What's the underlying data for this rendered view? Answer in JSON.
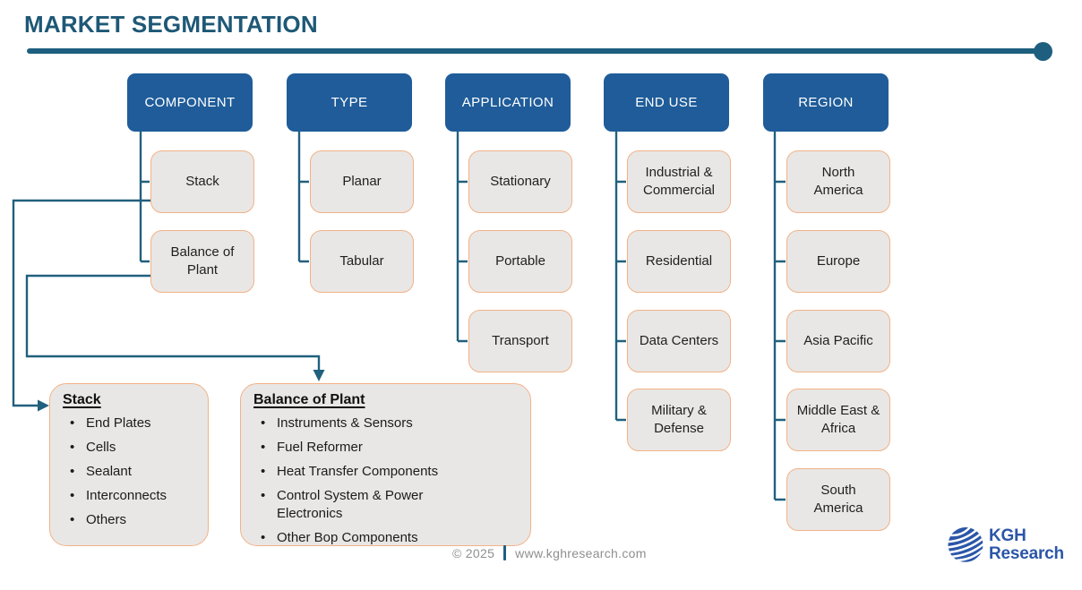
{
  "title": "MARKET SEGMENTATION",
  "segmentation": {
    "columns": [
      {
        "label": "COMPONENT",
        "items": [
          "Stack",
          "Balance of Plant"
        ]
      },
      {
        "label": "TYPE",
        "items": [
          "Planar",
          "Tabular"
        ]
      },
      {
        "label": "APPLICATION",
        "items": [
          "Stationary",
          "Portable",
          "Transport"
        ]
      },
      {
        "label": "END USE",
        "items": [
          "Industrial & Commercial",
          "Residential",
          "Data Centers",
          "Military & Defense"
        ]
      },
      {
        "label": "REGION",
        "items": [
          "North America",
          "Europe",
          "Asia Pacific",
          "Middle East & Africa",
          "South America"
        ]
      }
    ]
  },
  "detail_boxes": [
    {
      "title": "Stack",
      "bullets": [
        "End Plates",
        "Cells",
        "Sealant",
        "Interconnects",
        "Others"
      ]
    },
    {
      "title": "Balance of Plant",
      "bullets": [
        "Instruments & Sensors",
        "Fuel Reformer",
        "Heat Transfer Components",
        "Control System & Power Electronics",
        "Other Bop Components"
      ]
    }
  ],
  "footer": {
    "copyright": "© 2025",
    "website": "www.kghresearch.com"
  },
  "logo": {
    "name_line1": "KGH",
    "name_line2": "Research"
  },
  "colors": {
    "header_bg": "#1F5C99",
    "accent_line": "#1E5F7F",
    "connector": "#21607E",
    "box_fill": "#E9E7E5",
    "box_border": "#F2B287",
    "title_text": "#1E5876",
    "footer_text": "#8F8F8F",
    "logo_blue": "#2B56A8"
  }
}
